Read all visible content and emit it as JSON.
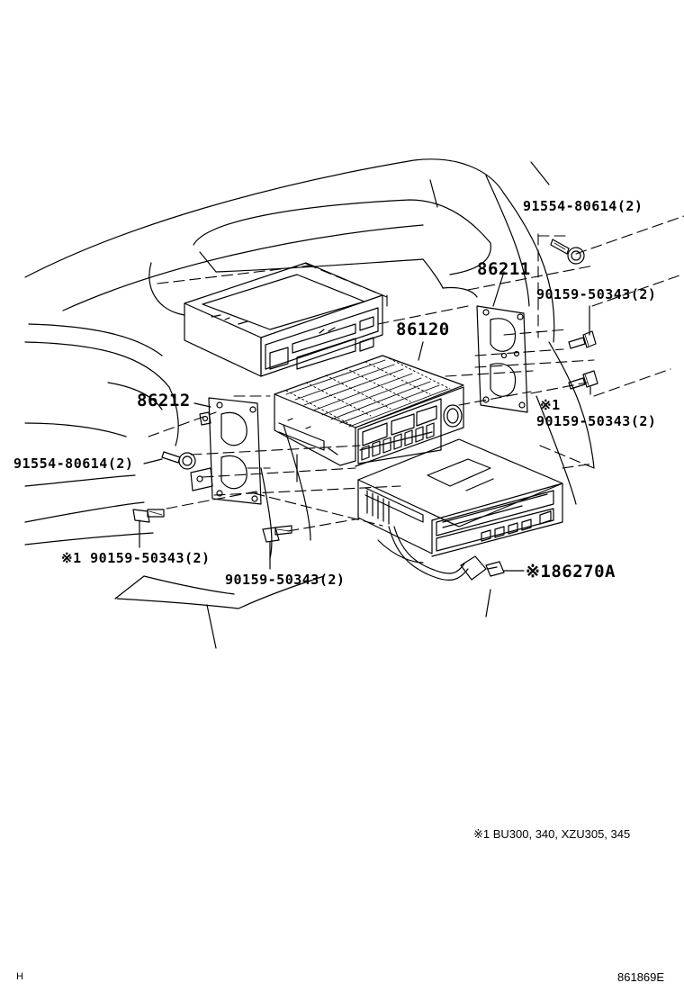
{
  "labels": {
    "l1": "91554-80614(2)",
    "l2": "86211",
    "l3": "90159-50343(2)",
    "l4": "86120",
    "l5": "86212",
    "l6": "※1",
    "l7": "90159-50343(2)",
    "l8": "91554-80614(2)",
    "l9": "※1 90159-50343(2)",
    "l10": "90159-50343(2)",
    "l11": "※186270A"
  },
  "footnote": "※1 BU300, 340, XZU305, 345",
  "corner_left": "H",
  "corner_right": "861869E"
}
